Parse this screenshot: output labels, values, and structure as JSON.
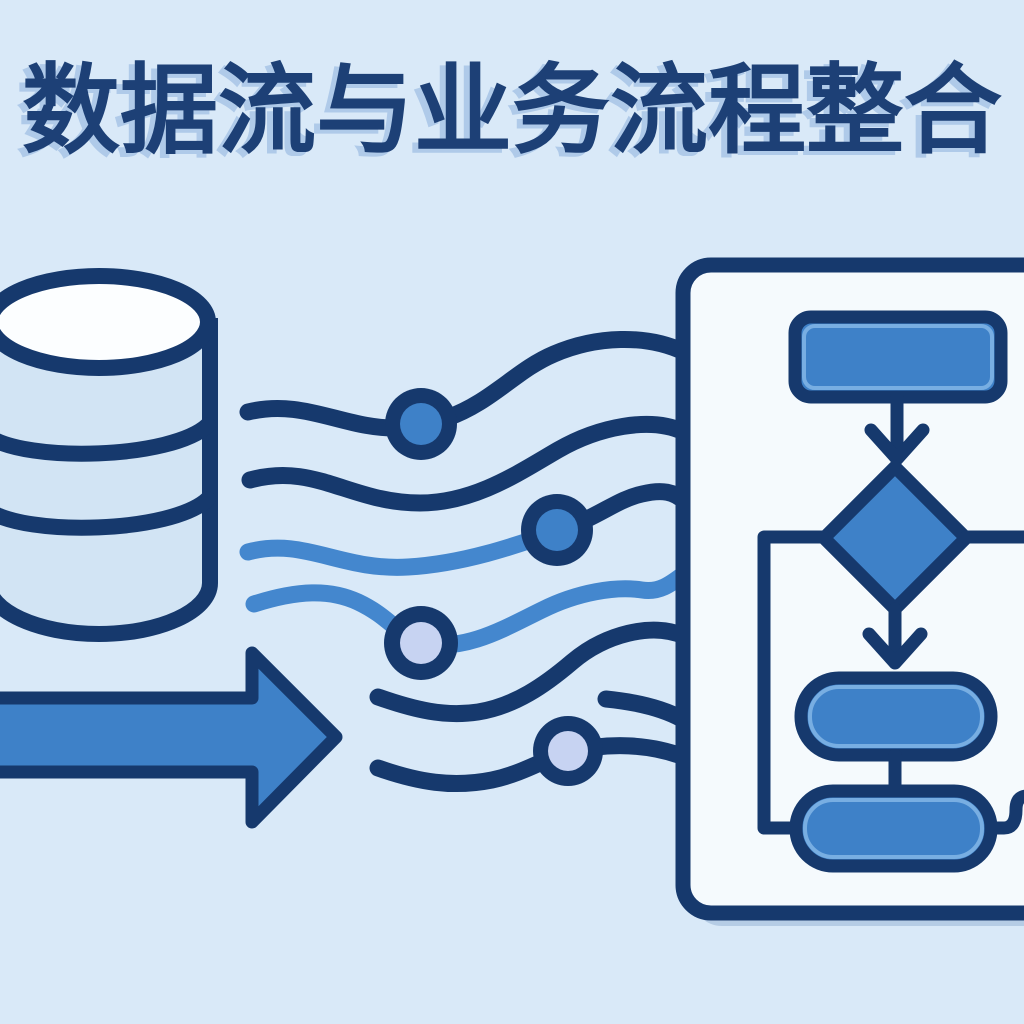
{
  "title": {
    "text": "数据流与业务流程整合"
  },
  "colors": {
    "bg": "#d9e9f8",
    "navy": "#16396d",
    "titleNavy": "#1d4076",
    "blue": "#3e81c8",
    "lightBlue": "#4487ce",
    "lavender": "#c7d3f2",
    "panelFill": "#f5fafd",
    "white": "#fcfeff",
    "cylFill": "#d2e4f4",
    "shadow": "rgba(90,130,180,0.28)"
  },
  "diagram": {
    "database_icon": {
      "name": "database-cylinder",
      "bands": 3
    },
    "flow_arrow": {
      "name": "flow-arrow",
      "direction": "right"
    },
    "flow_lines": [
      {
        "id": "flow-line-1",
        "color": "navy",
        "has_node": true,
        "node_fill": "blue"
      },
      {
        "id": "flow-line-2",
        "color": "navy",
        "has_node": false,
        "node_fill": null
      },
      {
        "id": "flow-line-3",
        "color": "lightBlue",
        "has_node": true,
        "node_fill": "blue"
      },
      {
        "id": "flow-line-4",
        "color": "lightBlue",
        "has_node": true,
        "node_fill": "lavender"
      },
      {
        "id": "flow-line-5",
        "color": "navy",
        "has_node": false,
        "node_fill": null
      },
      {
        "id": "flow-line-6",
        "color": "navy",
        "has_node": true,
        "node_fill": "lavender"
      }
    ],
    "flowchart": {
      "panel": "flowchart-panel",
      "shapes": [
        "start-rectangle",
        "decision-diamond",
        "process-pill-1",
        "process-pill-2"
      ],
      "connectors": [
        "arrow-down-1",
        "arrow-down-2",
        "branch-left",
        "branch-right",
        "pill-connector",
        "exit-right"
      ]
    }
  }
}
